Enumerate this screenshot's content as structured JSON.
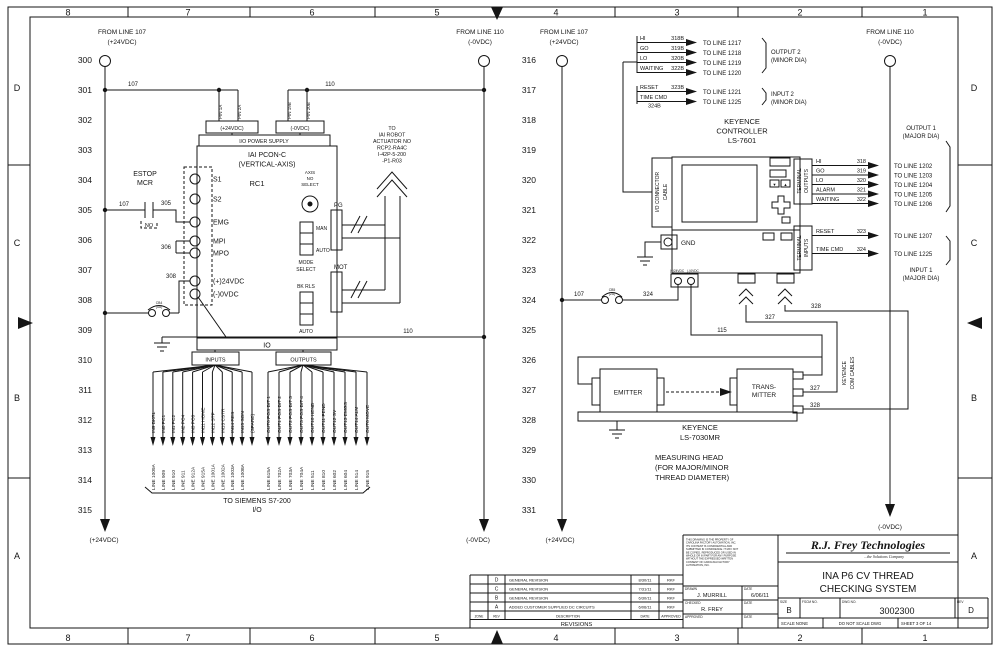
{
  "border": {
    "top_numbers": [
      "8",
      "7",
      "6",
      "5",
      "4",
      "3",
      "2",
      "1"
    ],
    "bottom_numbers": [
      "8",
      "7",
      "6",
      "5",
      "4",
      "3",
      "2",
      "1"
    ],
    "left_letters": [
      "D",
      "C",
      "B",
      "A"
    ],
    "right_letters": [
      "D",
      "C",
      "B",
      "A"
    ]
  },
  "rails": {
    "left_feed": {
      "line1": "FROM LINE 107",
      "line2": "(+24VDC)"
    },
    "left_bottom": "(+24VDC)",
    "mid0_feed": {
      "line1": "FROM LINE 110",
      "line2": "(-0VDC)"
    },
    "mid0_bottom": "(-0VDC)",
    "mid24_feed": {
      "line1": "FROM LINE 107",
      "line2": "(+24VDC)"
    },
    "mid24_bottom": "(+24VDC)",
    "right_feed": {
      "line1": "FROM LINE 110",
      "line2": "(-0VDC)"
    },
    "right_bottom": "(-0VDC)",
    "left_line_numbers": [
      "300",
      "301",
      "302",
      "303",
      "304",
      "305",
      "306",
      "307",
      "308",
      "309",
      "310",
      "311",
      "312",
      "313",
      "314",
      "315"
    ],
    "mid_line_numbers": [
      "316",
      "317",
      "318",
      "319",
      "320",
      "321",
      "322",
      "323",
      "324",
      "325",
      "326",
      "327",
      "328",
      "329",
      "330",
      "331"
    ]
  },
  "wire_labels": {
    "w107_301": "107",
    "w110_301": "110",
    "w107_305": "107",
    "w305": "305",
    "w306": "306",
    "w308": "308",
    "w110_325": "110",
    "w107_324": "107",
    "w324": "324",
    "w115": "115",
    "w327_top": "327",
    "w328_top": "328",
    "w327_bot": "327",
    "w328_bot": "328",
    "cb4_1": "CB4",
    "cb4_2": "(5A)",
    "cb5_1": "CB5",
    "cb5_2": "(2A)"
  },
  "iai": {
    "title": "IAI PCON-C",
    "subtitle": "(VERTICAL-AXIS)",
    "rc": "RC1",
    "io_power": "I/O POWER SUPPLY",
    "p24": "(+24VDC)",
    "n0": "(-0VDC)",
    "pin1": "PIN 1A",
    "pin2": "PIN 2A",
    "pin19": "PIN 19B",
    "pin20": "PIN 20B",
    "t_s1": "S1",
    "t_s2": "S2",
    "t_emg": "EMG",
    "t_mpi": "MPI",
    "t_mpo": "MPO",
    "t_p24": "(+)24VDC",
    "t_n0": "(-)0VDC",
    "axis1": "AXIS",
    "axis2": "NO",
    "axis3": "SELECT",
    "man": "MAN",
    "auto": "AUTO",
    "mode1": "MODE",
    "mode2": "SELECT",
    "bk": "BK RLS",
    "bk_auto": "AUTO",
    "pg": "PG",
    "mot": "MOT",
    "io": "IO",
    "estop1": "ESTOP",
    "estop2": "MCR",
    "no": "NO",
    "act": [
      "TO",
      "IAI ROBOT",
      "ACTUATOR NO",
      "RCP2-RA4C",
      "I-42P-5-200",
      "-P1-R03"
    ]
  },
  "plc": {
    "inputs_label": "INPUTS",
    "outputs_label": "OUTPUTS",
    "inputs": [
      {
        "s": "IN9 BKRL",
        "l": "LINE 1009A"
      },
      {
        "s": "IN0 PC1",
        "l": "LINE 909"
      },
      {
        "s": "IN1 PC2",
        "l": "LINE 910"
      },
      {
        "s": "IN2 PC4",
        "l": "LINE 911"
      },
      {
        "s": "IN3 PC8",
        "l": "LINE 912A"
      },
      {
        "s": "IN11 HOME",
        "l": "LINE 915A"
      },
      {
        "s": "IN12 STP",
        "l": "LINE 1001A"
      },
      {
        "s": "IN13 CSTR",
        "l": "LINE 1002A"
      },
      {
        "s": "IN14 RES",
        "l": "LINE 1003A"
      },
      {
        "s": "IN15 SON",
        "l": "LINE 1008A"
      },
      {
        "s": "(SPARE)",
        "l": ""
      }
    ],
    "outputs": [
      {
        "s": "OUT0 POS BIT 1",
        "l": "LINE 615A"
      },
      {
        "s": "OUT1 POS BIT 2",
        "l": "LINE 702A"
      },
      {
        "s": "OUT2 POS BIT 3",
        "l": "LINE 703A"
      },
      {
        "s": "OUT3 POS BIT 4",
        "l": "LINE 704A"
      },
      {
        "s": "OUT10 HEND",
        "l": "LINE 511"
      },
      {
        "s": "OUT11 PEND",
        "l": "LINE 810"
      },
      {
        "s": "OUT12 SV",
        "l": "LINE 602"
      },
      {
        "s": "OUT13 EMGS",
        "l": "LINE 604"
      },
      {
        "s": "OUT14 ALM",
        "l": "LINE 514"
      },
      {
        "s": "OUT6 MOVE",
        "l": "LINE 915"
      }
    ],
    "dest1": "TO SIEMENS S7-200",
    "dest2": "I/O"
  },
  "keyence": {
    "title": [
      "KEYENCE",
      "CONTROLLER",
      "LS-7601"
    ],
    "cable": [
      "I/O CONNECTOR",
      "CABLE"
    ],
    "term_out": [
      "TERMINAL",
      "OUTPUTS"
    ],
    "term_in": [
      "TERMINAL",
      "INPUTS"
    ],
    "gnd": "GND",
    "p24": "(+)24VDC",
    "n0": "(-)0VDC",
    "btn_down": "▼",
    "btn_up": "▲",
    "outputs": [
      {
        "n": "HI",
        "num": "318",
        "to": "TO LINE 1202"
      },
      {
        "n": "GO",
        "num": "319",
        "to": "TO LINE 1203"
      },
      {
        "n": "LO",
        "num": "320",
        "to": "TO LINE 1204"
      },
      {
        "n": "ALARM",
        "num": "321",
        "to": "TO LINE 1205"
      },
      {
        "n": "WAITING",
        "num": "322",
        "to": "TO LINE 1206"
      }
    ],
    "inputs": [
      {
        "n": "RESET",
        "num": "323",
        "to": "TO LINE 1207"
      },
      {
        "n": "TIME CMD",
        "num": "324",
        "to": "TO LINE 1225"
      }
    ],
    "out_group": [
      "OUTPUT 1",
      "(MAJOR DIA)"
    ],
    "in_group": [
      "INPUT 1",
      "(MAJOR DIA)"
    ],
    "minor_outputs": [
      {
        "n": "HI",
        "num": "318B",
        "to": "TO LINE 1217"
      },
      {
        "n": "GO",
        "num": "319B",
        "to": "TO LINE 1218"
      },
      {
        "n": "LO",
        "num": "320B",
        "to": "TO LINE 1219"
      },
      {
        "n": "WAITING",
        "num": "322B",
        "to": "TO LINE 1220"
      }
    ],
    "minor_inputs": [
      {
        "n": "RESET",
        "num": "323B",
        "to": "TO LINE 1221"
      },
      {
        "n": "TIME CMD",
        "num": "324B",
        "to": "TO LINE 1225"
      }
    ],
    "minor_out_group": [
      "OUTPUT 2",
      "(MINOR DIA)"
    ],
    "minor_in_group": [
      "INPUT 2",
      "(MINOR DIA)"
    ],
    "com": [
      "KEYENCE",
      "COM CABLES"
    ]
  },
  "head": {
    "emitter": "EMITTER",
    "trans": [
      "TRANS-",
      "MITTER"
    ],
    "name": [
      "KEYENCE",
      "LS-7030MR"
    ],
    "desc": [
      "MEASURING HEAD",
      "(FOR MAJOR/MINOR",
      "THREAD DIAMETER)"
    ]
  },
  "title_block": {
    "company": "R.J. Frey Technologies",
    "tagline": "...the Solutions Company",
    "notice": "THIS DRAWING IS THE PROPERTY OF CAROLINA FACTORY AUTOMATION, INC. ITS CONTENT IS CONFIDENTIAL AND SUBMITTED IN CONFIDENCE. IT MAY NOT BE COPIED, REPRODUCED OR USED IN WHOLE OR IN PART FOR ANY PURPOSE WITHOUT THE EXPRESSED WRITTEN CONSENT OF CAROLINA FACTORY AUTOMATION, INC.",
    "title1": "INA P6 CV THREAD",
    "title2": "CHECKING SYSTEM",
    "drawn_label": "DRAWN",
    "drawn": "J. MURRILL",
    "date_label": "DATE",
    "drawn_date": "6/06/11",
    "checked_label": "CHECKED",
    "checked": "R. FREY",
    "approved_label": "APPROVED",
    "size_label": "SIZE",
    "size": "B",
    "fscm_label": "FSCM NO.",
    "dwg_label": "DWG NO.",
    "dwg": "3002300",
    "rev_label": "REV",
    "rev": "D",
    "scale": "SCALE  NONE",
    "noscale": "DO NOT SCALE DWG",
    "sheet": "SHEET  3 OF 14"
  },
  "revisions": {
    "title": "REVISIONS",
    "zone_h": "ZONE",
    "rev_h": "REV",
    "desc_h": "DESCRIPTION",
    "date_h": "DATE",
    "appr_h": "APPROVED",
    "rows": [
      {
        "rev": "D",
        "desc": "GENERAL REVISION",
        "date": "8/30/11",
        "appr": "RKF"
      },
      {
        "rev": "C",
        "desc": "GENERAL REVISION",
        "date": "7/31/11",
        "appr": "RKF"
      },
      {
        "rev": "B",
        "desc": "GENERAL REVISION",
        "date": "6/30/11",
        "appr": "RKF"
      },
      {
        "rev": "A",
        "desc": "ADDED CUSTOMER SUPPLIED DC CIRCUITS",
        "date": "6/06/11",
        "appr": "RKF"
      }
    ]
  }
}
